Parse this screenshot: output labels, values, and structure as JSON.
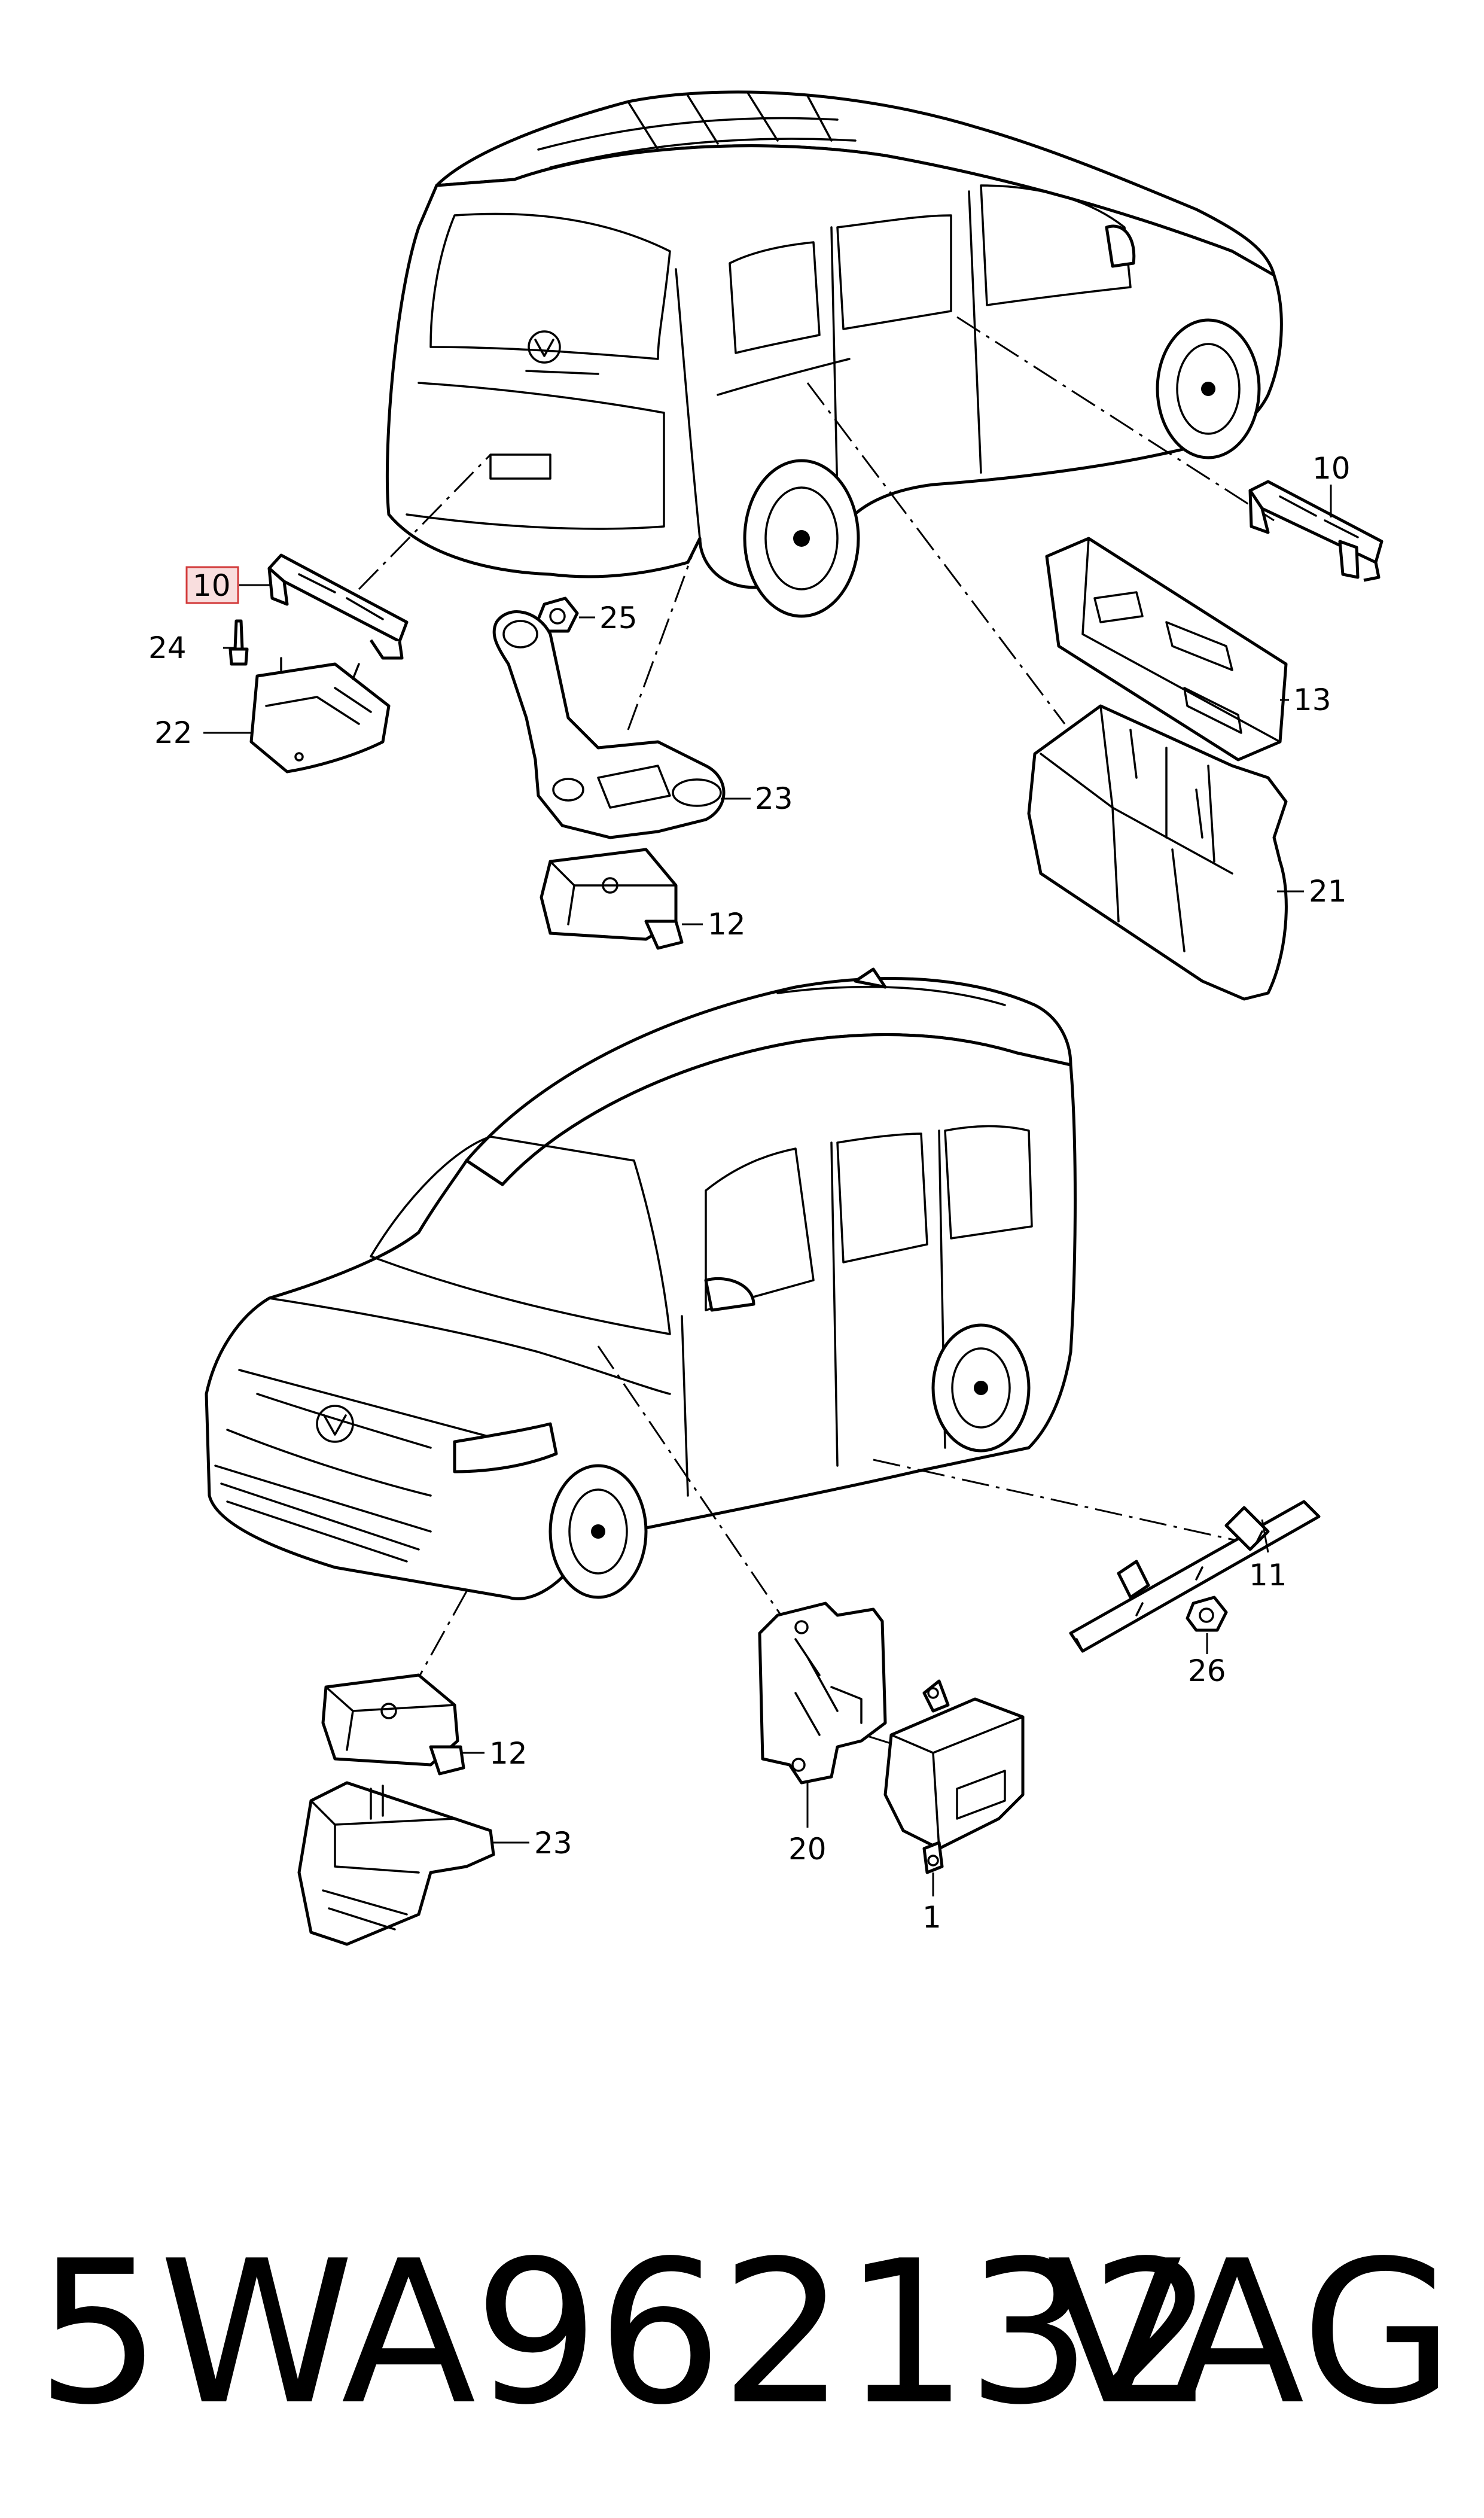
{
  "callouts": {
    "c10a": "10",
    "c24": "24",
    "c22": "22",
    "c25": "25",
    "c23a": "23",
    "c12a": "12",
    "c10b": "10",
    "c13": "13",
    "c21": "21",
    "c11": "11",
    "c26": "26",
    "c12b": "12",
    "c23b": "23",
    "c20": "20",
    "c1": "1"
  },
  "footer": {
    "part_number": "5WA962132",
    "brand": "VAG"
  },
  "colors": {
    "line": "#000000",
    "highlight_fill": "#f9dede",
    "highlight_stroke": "#d23a3a"
  }
}
